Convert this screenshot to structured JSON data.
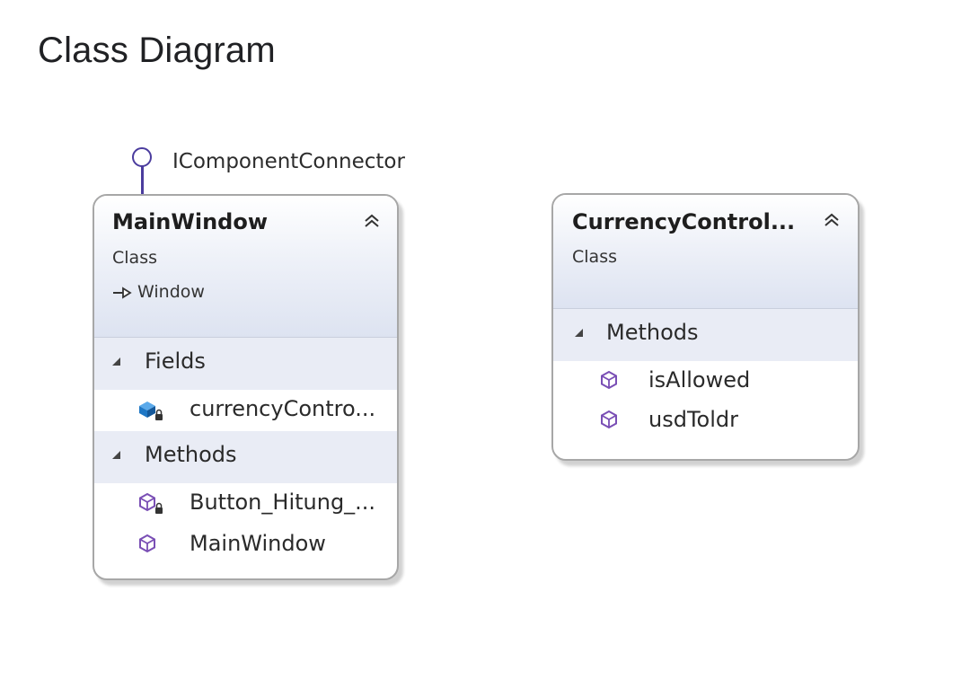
{
  "page": {
    "title": "Class Diagram"
  },
  "interface": {
    "name": "IComponentConnector"
  },
  "classes": [
    {
      "name": "MainWindow",
      "kind": "Class",
      "base": "Window",
      "sections": [
        {
          "label": "Fields",
          "members": [
            {
              "name": "currencyContro...",
              "icon": "private-field-icon"
            }
          ]
        },
        {
          "label": "Methods",
          "members": [
            {
              "name": "Button_Hitung_...",
              "icon": "private-method-icon"
            },
            {
              "name": "MainWindow",
              "icon": "method-icon"
            }
          ]
        }
      ]
    },
    {
      "name": "CurrencyControl...",
      "kind": "Class",
      "sections": [
        {
          "label": "Methods",
          "members": [
            {
              "name": "isAllowed",
              "icon": "method-icon"
            },
            {
              "name": "usdToldr",
              "icon": "method-icon"
            }
          ]
        }
      ]
    }
  ],
  "colors": {
    "method_icon": "#7a4fb5",
    "field_icon": "#1e77c5",
    "interface_line": "#4b3c9e",
    "header_tint": "#dde3f1",
    "section_tint": "#e9ecf5"
  }
}
